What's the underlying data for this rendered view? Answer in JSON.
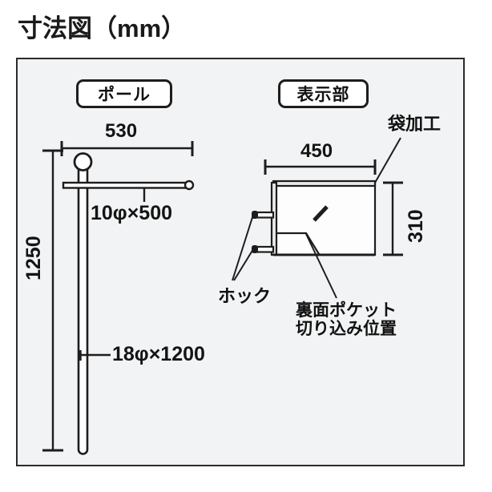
{
  "page": {
    "title": "寸法図（mm）",
    "background_color": "#ffffff",
    "frame_fill": "#f2f3f4",
    "line_color": "#1d1d1d"
  },
  "sections": {
    "pole": {
      "caption": "ポール"
    },
    "panel": {
      "caption": "表示部"
    }
  },
  "dimensions": {
    "pole_arm_width": "530",
    "pole_total_height": "1250",
    "pole_arm_spec": "10φ×500",
    "pole_shaft_spec": "18φ×1200",
    "panel_width": "450",
    "panel_height": "310"
  },
  "annotations": {
    "bag_processing": "袋加工",
    "hook": "ホック",
    "back_pocket_line1": "裏面ポケット",
    "back_pocket_line2": "切り込み位置"
  },
  "chart_data": {
    "type": "table",
    "title": "寸法図（mm）",
    "categories": [
      "ポール",
      "表示部"
    ],
    "series": [
      {
        "name": "ポール",
        "values": [
          530,
          1250,
          500,
          1200
        ],
        "labels": [
          "530",
          "1250",
          "10φ×500",
          "18φ×1200"
        ]
      },
      {
        "name": "表示部",
        "values": [
          450,
          310
        ],
        "labels": [
          "450",
          "310"
        ]
      }
    ],
    "xlabel": "",
    "ylabel": "",
    "annotations": [
      "袋加工",
      "ホック",
      "裏面ポケット切り込み位置"
    ]
  }
}
